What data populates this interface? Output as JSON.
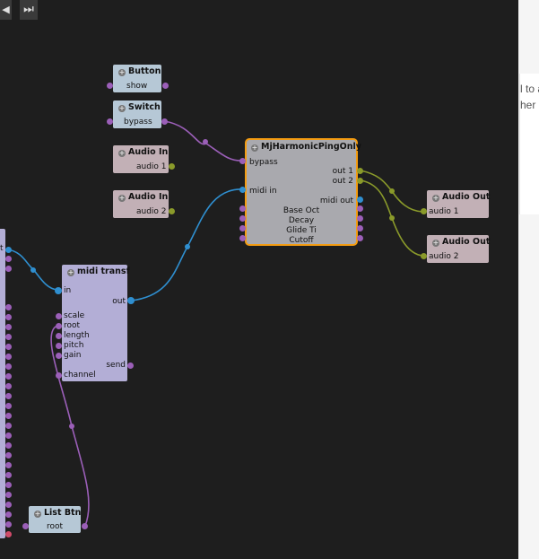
{
  "toolbar": {
    "prev_icon": "◀",
    "end_icon": "⏭"
  },
  "right_panel": {
    "line1": "l to a",
    "line2": "her n"
  },
  "nodes": {
    "button": {
      "title": "Button",
      "port": "show"
    },
    "switch": {
      "title": "Switch",
      "port": "bypass"
    },
    "audio_in_1": {
      "title": "Audio In",
      "port": "audio 1"
    },
    "audio_in_2": {
      "title": "Audio In",
      "port": "audio 2"
    },
    "mj": {
      "title": "MjHarmonicPingOnly",
      "in_bypass": "bypass",
      "in_midi": "midi in",
      "out1": "out 1",
      "out2": "out 2",
      "midi_out": "midi out",
      "base_oct": "Base Oct",
      "decay": "Decay",
      "glide": "Glide Ti",
      "cutoff": "Cutoff"
    },
    "audio_out_1": {
      "title": "Audio Out",
      "port": "audio 1"
    },
    "audio_out_2": {
      "title": "Audio Out",
      "port": "audio 2"
    },
    "midi_transf": {
      "title": "midi transf",
      "in": "in",
      "out": "out",
      "scale": "scale",
      "root": "root",
      "length": "length",
      "pitch": "pitch",
      "gain": "gain",
      "send": "send",
      "channel": "channel"
    },
    "list_btn": {
      "title": "List Btn",
      "port": "root"
    },
    "left_node": {
      "port_t": "t"
    }
  },
  "colors": {
    "canvas": "#1e1e1e",
    "node_blue": "#b6c8d6",
    "node_pink": "#c2b0b6",
    "node_purple": "#b3aed6",
    "node_gray": "#a9a9ae",
    "selected": "#f39c12",
    "wire_purple": "#9b5fb8",
    "wire_blue": "#2f8fd0",
    "wire_olive": "#8a9a2a"
  }
}
